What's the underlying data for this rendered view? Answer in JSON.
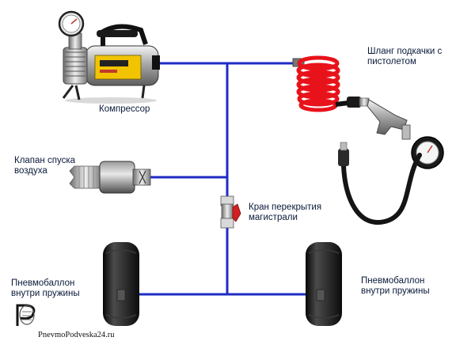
{
  "labels": {
    "compressor": "Компрессор",
    "hose": "Шланг подкачки с\nпистолетом",
    "release_valve": "Клапан спуска\nвоздуха",
    "shutoff_valve": "Кран перекрытия\nмагистрали",
    "airbag_left": "Пневмобаллон\nвнутри пружины",
    "airbag_right": "Пневмобаллон\nвнутри пружины"
  },
  "brand": {
    "site": "PnevmoPodveska24.ru",
    "logo": "logo-icon"
  },
  "colors": {
    "pipe": "#1f2bc4",
    "hose": "#e8121a",
    "airbag": "#111111",
    "label": "#0a1a3a",
    "valve_handle": "#d12020"
  },
  "components": {
    "compressor": "compressor-icon",
    "hose_gun": "hose-gun-icon",
    "release_valve": "release-valve-icon",
    "shutoff_valve": "shutoff-valve-icon",
    "airbag": "airbag-icon"
  }
}
